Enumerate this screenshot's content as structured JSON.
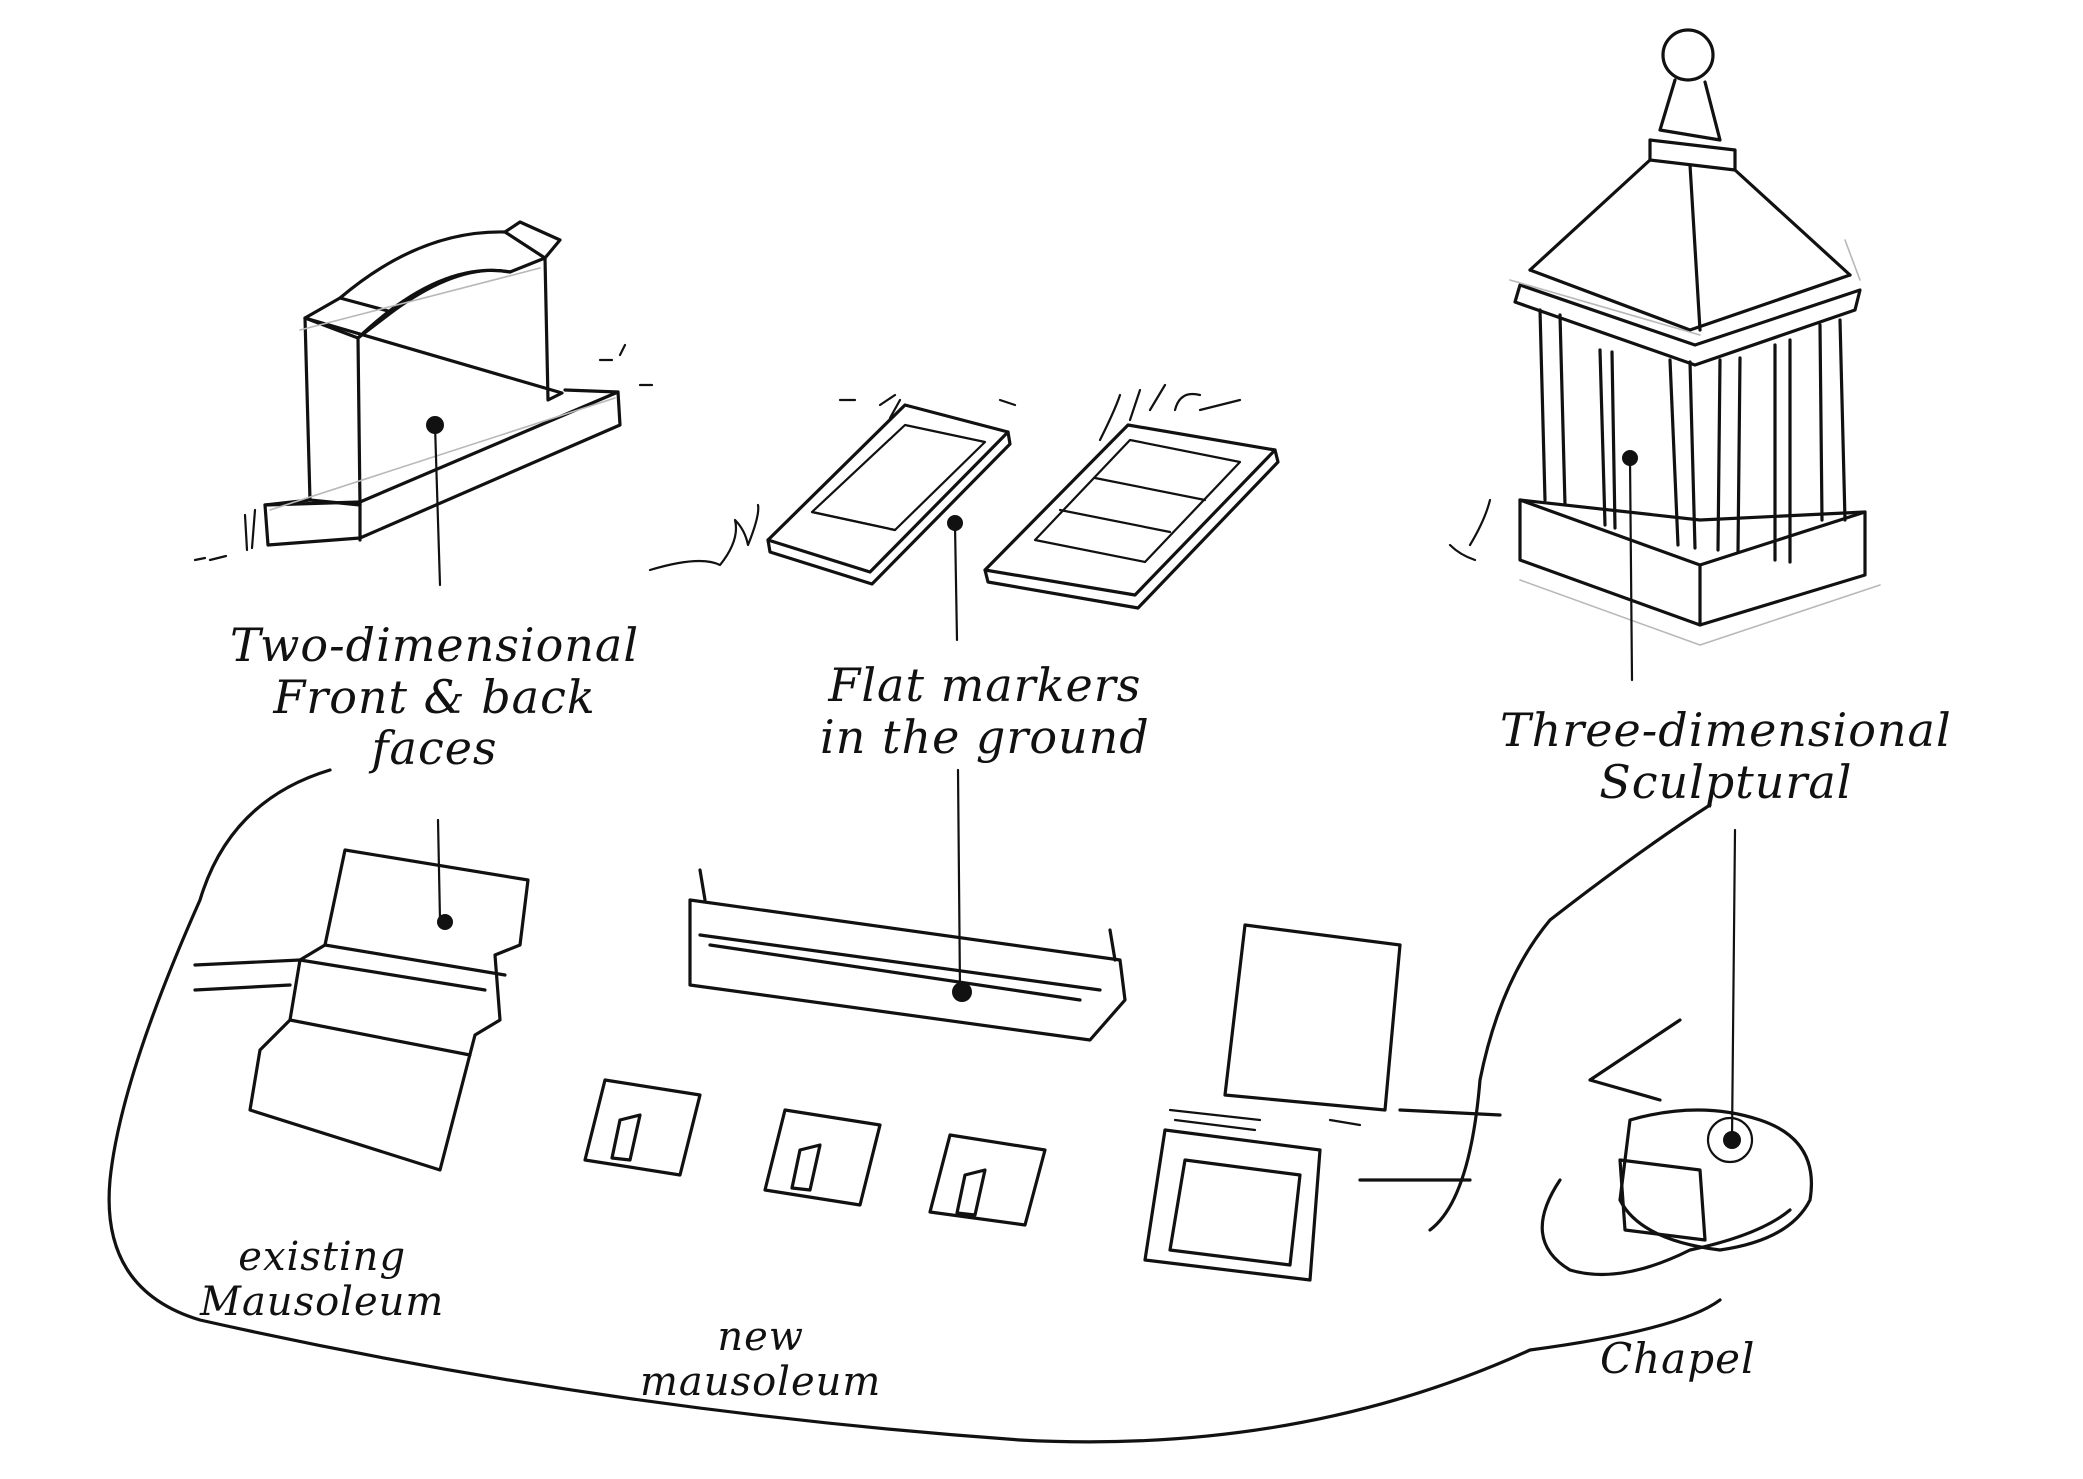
{
  "labels": {
    "two_dimensional": {
      "line1": "Two-dimensional",
      "line2": "Front & back",
      "line3": "faces"
    },
    "flat_markers": {
      "line1": "Flat markers",
      "line2": "in the ground"
    },
    "three_dimensional": {
      "line1": "Three-dimensional",
      "line2": "Sculptural"
    },
    "existing_mausoleum": {
      "line1": "existing",
      "line2": "Mausoleum"
    },
    "new_mausoleum": {
      "line1": "new",
      "line2": "mausoleum"
    },
    "chapel": "Chapel"
  },
  "colors": {
    "ink": "#111111",
    "pencil": "#b8b8b8",
    "paper": "#ffffff"
  }
}
